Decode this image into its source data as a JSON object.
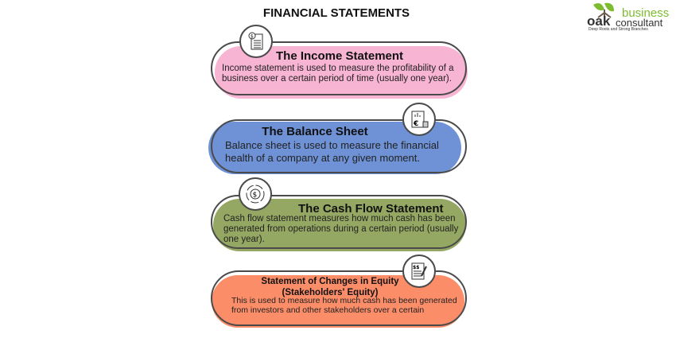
{
  "title": "FINANCIAL STATEMENTS",
  "logo": {
    "brand_top": "business",
    "brand_bottom": "consultant",
    "brand_mark": "oak",
    "tagline": "Deep Roots and Strong Branches",
    "leaf_color": "#7dbb2f"
  },
  "cards": [
    {
      "title": "The Income Statement",
      "description": "Income statement is used to measure the profitability of a business over a certain period of time (usually one year).",
      "color": "#f8b4d3",
      "icon": "document-dollar-icon"
    },
    {
      "title": "The Balance Sheet",
      "description": "Balance sheet is used to measure the financial health of a company at any given moment.",
      "color": "#6e92d5",
      "icon": "euro-report-icon"
    },
    {
      "title": "The Cash Flow Statement",
      "description": "Cash flow statement measures how much cash has been generated from operations during a certain period (usually one year).",
      "color": "#95a863",
      "icon": "cash-cycle-icon"
    },
    {
      "title": "Statement of Changes in Equity (Stakeholders' Equity)",
      "description": "This is used to measure how much cash has been generated from investors and other stakeholders over a certain",
      "color": "#fb8d69",
      "icon": "document-pen-icon"
    }
  ]
}
